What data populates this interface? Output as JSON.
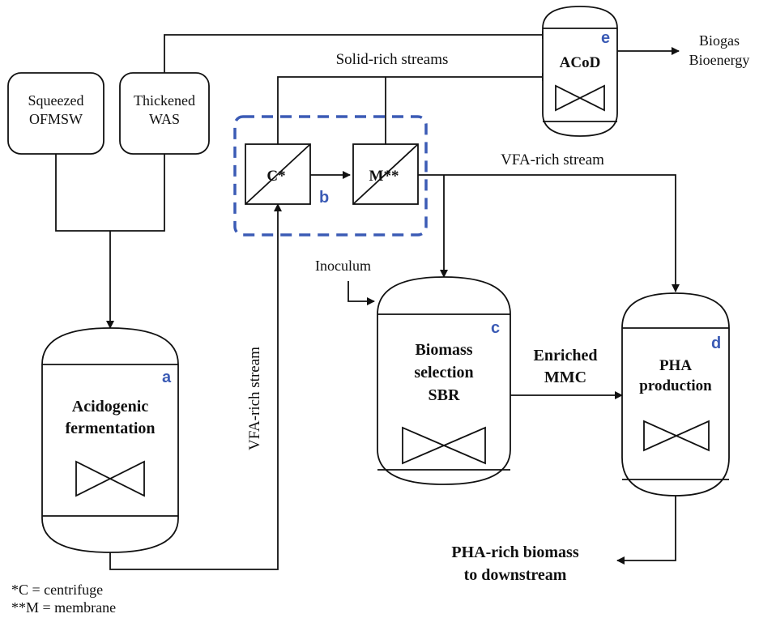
{
  "colors": {
    "line": "#111111",
    "tag": "#3b5bb5",
    "dashed_box": "#3b5bb5"
  },
  "feeds": {
    "squeezed": [
      "Squeezed",
      "OFMSW"
    ],
    "thickened": [
      "Thickened",
      "WAS"
    ]
  },
  "units": {
    "acidogenic": {
      "tag": "a",
      "label": [
        "Acidogenic",
        "fermentation"
      ]
    },
    "separation": {
      "tag": "b",
      "centrifuge": "C*",
      "membrane": "M**"
    },
    "sbr": {
      "tag": "c",
      "label": [
        "Biomass",
        "selection",
        "SBR"
      ]
    },
    "pha": {
      "tag": "d",
      "label": [
        "PHA",
        "production"
      ]
    },
    "acod": {
      "tag": "e",
      "label": "ACoD"
    }
  },
  "streams": {
    "solid_rich": "Solid-rich streams",
    "vfa_rich_top": "VFA-rich stream",
    "vfa_rich_vertical": "VFA-rich stream",
    "inoculum": "Inoculum",
    "enriched": [
      "Enriched",
      "MMC"
    ],
    "biogas": [
      "Biogas",
      "Bioenergy"
    ],
    "pha_rich": [
      "PHA-rich biomass",
      "to downstream"
    ]
  },
  "legend": [
    "*C = centrifuge",
    "**M = membrane"
  ]
}
